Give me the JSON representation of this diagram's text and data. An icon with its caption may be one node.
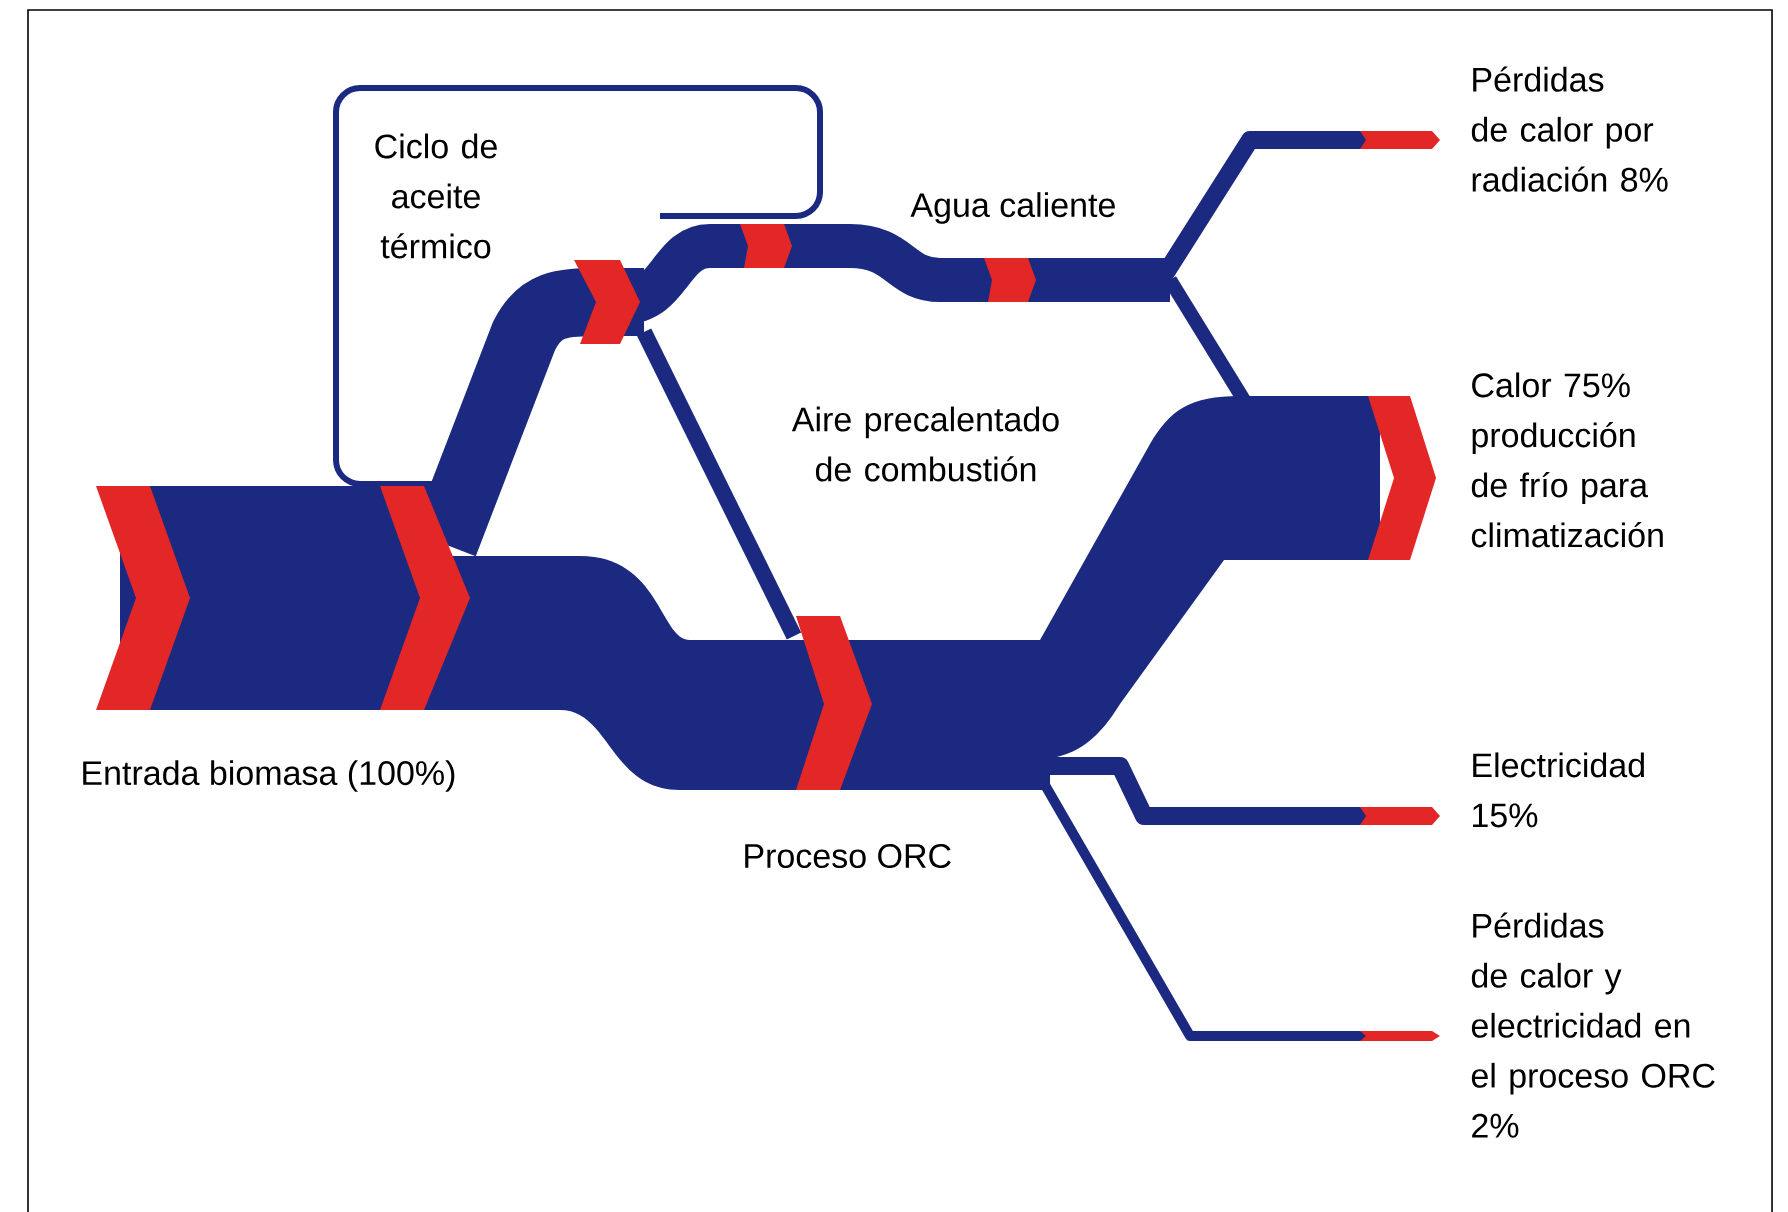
{
  "diagram": {
    "nodes": [
      {
        "text": [
          "Ciclo de aceite térmico"
        ]
      }
    ],
    "labels": [
      "Pérdidas de calor por radiación 8%",
      "Agua caliente",
      "Calor 75% producción de frío para climatización",
      "Aire precalentado de combustión",
      "Entrada biomasa (100%)",
      "Electricidad 15%",
      "Proceso ORC",
      "Pérdidas de calor y electricidad en el proceso ORC 2%"
    ]
  }
}
